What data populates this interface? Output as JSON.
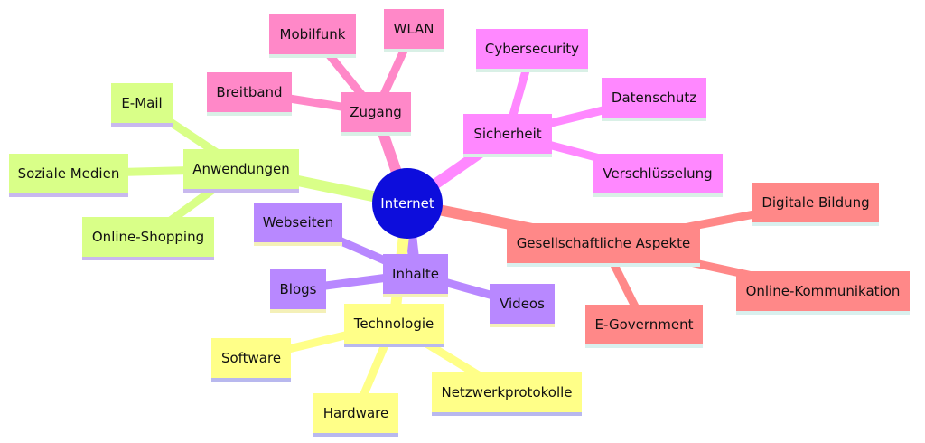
{
  "root": {
    "label": "Internet",
    "color": "#0d0ddc"
  },
  "branches": [
    {
      "label": "Zugang",
      "color": "#ff88c8",
      "bar": "#d9f0e6",
      "children": [
        "Breitband",
        "Mobilfunk",
        "WLAN"
      ]
    },
    {
      "label": "Sicherheit",
      "color": "#ff88ff",
      "bar": "#d9f0e6",
      "children": [
        "Cybersecurity",
        "Datenschutz",
        "Verschlüsselung"
      ]
    },
    {
      "label": "Anwendungen",
      "color": "#d9ff88",
      "bar": "#c8b8ee",
      "children": [
        "E-Mail",
        "Soziale Medien",
        "Online-Shopping"
      ]
    },
    {
      "label": "Inhalte",
      "color": "#b888ff",
      "bar": "#f4f0b8",
      "children": [
        "Webseiten",
        "Blogs",
        "Videos"
      ]
    },
    {
      "label": "Technologie",
      "color": "#ffff88",
      "bar": "#b8b8ee",
      "children": [
        "Software",
        "Hardware",
        "Netzwerkprotokolle"
      ]
    },
    {
      "label": "Gesellschaftliche Aspekte",
      "color": "#ff8888",
      "bar": "#d9f0ee",
      "children": [
        "Digitale Bildung",
        "Online-Kommunikation",
        "E-Government"
      ]
    }
  ]
}
